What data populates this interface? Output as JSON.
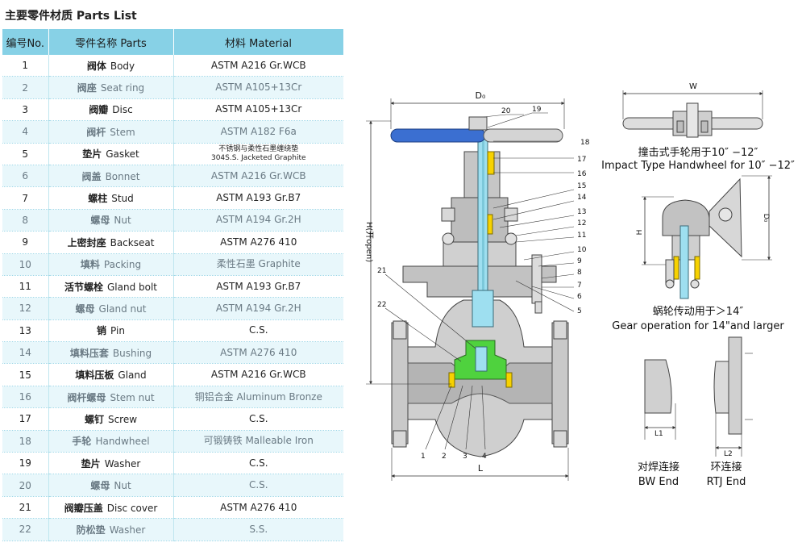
{
  "title": "主要零件材质  Parts List",
  "table": {
    "headers": [
      "编号No.",
      "零件名称 Parts",
      "材料 Material"
    ],
    "rows": [
      {
        "no": "1",
        "cn": "阀体",
        "en": "Body",
        "material": "ASTM A216 Gr.WCB"
      },
      {
        "no": "2",
        "cn": "阀座",
        "en": "Seat ring",
        "material": "ASTM A105+13Cr"
      },
      {
        "no": "3",
        "cn": "阀瓣",
        "en": "Disc",
        "material": "ASTM A105+13Cr"
      },
      {
        "no": "4",
        "cn": "阀杆",
        "en": "Stem",
        "material": "ASTM A182 F6a"
      },
      {
        "no": "5",
        "cn": "垫片",
        "en": "Gasket",
        "material": "不锈钢与柔性石墨缠绕垫\n304S.S. Jacketed Graphite"
      },
      {
        "no": "6",
        "cn": "阀盖",
        "en": "Bonnet",
        "material": "ASTM A216 Gr.WCB"
      },
      {
        "no": "7",
        "cn": "螺柱",
        "en": "Stud",
        "material": "ASTM A193 Gr.B7"
      },
      {
        "no": "8",
        "cn": "螺母",
        "en": "Nut",
        "material": "ASTM A194 Gr.2H"
      },
      {
        "no": "9",
        "cn": "上密封座",
        "en": "Backseat",
        "material": "ASTM A276 410"
      },
      {
        "no": "10",
        "cn": "填料",
        "en": "Packing",
        "material": "柔性石墨 Graphite"
      },
      {
        "no": "11",
        "cn": "活节螺栓",
        "en": "Gland bolt",
        "material": "ASTM A193 Gr.B7"
      },
      {
        "no": "12",
        "cn": "螺母",
        "en": "Gland nut",
        "material": "ASTM A194 Gr.2H"
      },
      {
        "no": "13",
        "cn": "销",
        "en": "Pin",
        "material": "C.S."
      },
      {
        "no": "14",
        "cn": "填料压套",
        "en": "Bushing",
        "material": "ASTM A276 410"
      },
      {
        "no": "15",
        "cn": "填料压板",
        "en": "Gland",
        "material": "ASTM A216 Gr.WCB"
      },
      {
        "no": "16",
        "cn": "阀杆螺母",
        "en": "Stem nut",
        "material": "铜铝合金 Aluminum Bronze"
      },
      {
        "no": "17",
        "cn": "螺钉",
        "en": "Screw",
        "material": "C.S."
      },
      {
        "no": "18",
        "cn": "手轮",
        "en": "Handwheel",
        "material": "可锻铸铁 Malleable Iron"
      },
      {
        "no": "19",
        "cn": "垫片",
        "en": "Washer",
        "material": "C.S."
      },
      {
        "no": "20",
        "cn": "螺母",
        "en": "Nut",
        "material": "C.S."
      },
      {
        "no": "21",
        "cn": "阀瓣压盖",
        "en": "Disc cover",
        "material": "ASTM A276 410"
      },
      {
        "no": "22",
        "cn": "防松垫",
        "en": "Washer",
        "material": "S.S."
      }
    ]
  },
  "drawing": {
    "dim_do": "D₀",
    "dim_l": "L",
    "dim_h": "H(开open)",
    "callouts": [
      "1",
      "2",
      "3",
      "4",
      "5",
      "6",
      "7",
      "8",
      "9",
      "10",
      "11",
      "12",
      "13",
      "14",
      "15",
      "16",
      "17",
      "18",
      "19",
      "20",
      "21",
      "22"
    ],
    "impact": {
      "dim_w": "W",
      "caption_cn": "撞击式手轮用于10″ −12″",
      "caption_en": "Impact Type Handwheel for 10″ −12″"
    },
    "gear": {
      "dim_h": "H",
      "dim_do": "D₀",
      "caption_cn": "蜗轮传动用于＞14″",
      "caption_en": "Gear operation for 14\"and larger"
    },
    "bw": {
      "dim": "L1",
      "caption_cn": "对焊连接",
      "caption_en": "BW End"
    },
    "rtj": {
      "dim": "L2",
      "caption_cn": "环连接",
      "caption_en": "RTJ End"
    }
  },
  "colors": {
    "header": "#87d1e6",
    "row_alt": "#e8f7fb",
    "stem": "#9edff0",
    "disc": "#4fd23e",
    "handwheel": "#3b6fd1",
    "yellow": "#f7d200",
    "body": "#c9c9c9"
  }
}
